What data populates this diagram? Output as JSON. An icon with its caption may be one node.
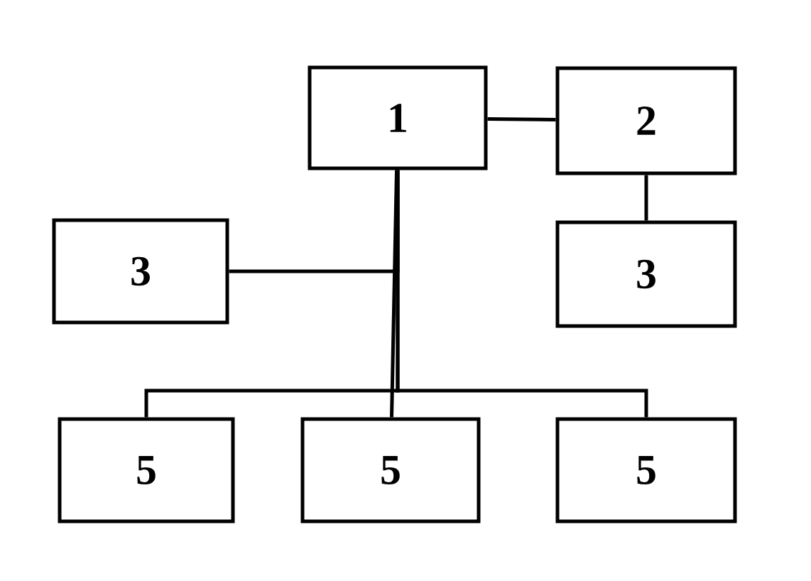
{
  "diagram": {
    "nodes": [
      {
        "text": [
          "1"
        ]
      },
      {
        "text": [
          "2"
        ]
      },
      {
        "text": [
          "3"
        ]
      },
      {
        "text": [
          "3"
        ]
      },
      {
        "text": [
          "5"
        ]
      },
      {
        "text": [
          "5"
        ]
      },
      {
        "text": [
          "5"
        ]
      }
    ],
    "edges": [
      {
        "from": 0,
        "to": 1,
        "arrow": "none"
      },
      {
        "from": 1,
        "to": 3,
        "arrow": "none"
      },
      {
        "from": 0,
        "to": 2,
        "arrow": "none"
      },
      {
        "from": 0,
        "to": 4,
        "arrow": "none"
      },
      {
        "from": 0,
        "to": 5,
        "arrow": "none"
      },
      {
        "from": 0,
        "to": 6,
        "arrow": "none"
      }
    ]
  }
}
